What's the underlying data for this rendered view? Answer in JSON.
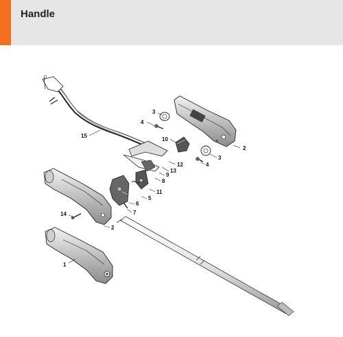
{
  "header": {
    "title": "Handle",
    "accent_color": "#f37021",
    "bar_color": "#e6e6e6"
  },
  "callouts": [
    "1",
    "2",
    "2",
    "3",
    "3",
    "4",
    "4",
    "5",
    "6",
    "7",
    "8",
    "9",
    "10",
    "11",
    "12",
    "13",
    "14",
    "15"
  ]
}
